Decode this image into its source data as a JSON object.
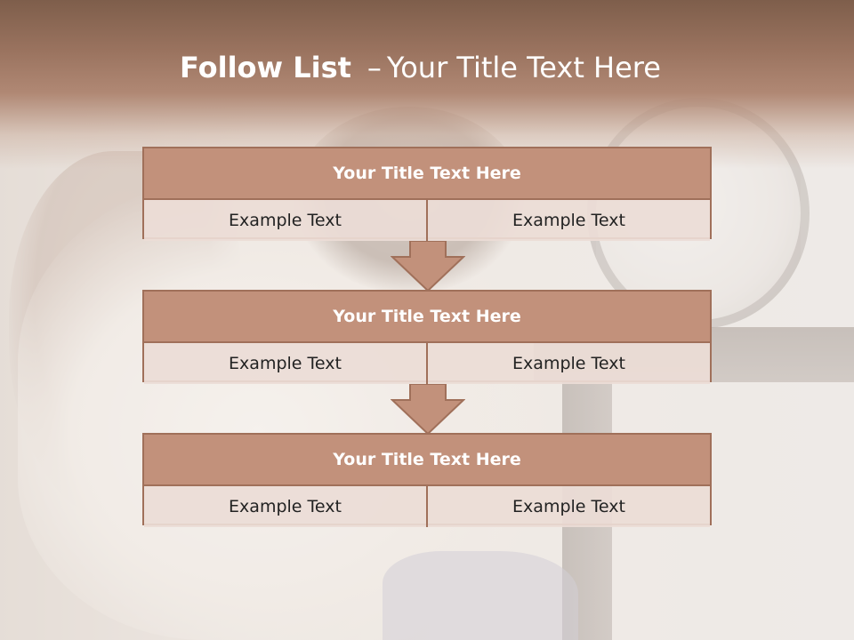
{
  "slide": {
    "title_bold": "Follow List",
    "title_dash": "–",
    "title_rest": "Your Title Text Here"
  },
  "steps": [
    {
      "title": "Your Title Text Here",
      "left": "Example Text",
      "right": "Example Text"
    },
    {
      "title": "Your Title Text Here",
      "left": "Example Text",
      "right": "Example Text"
    },
    {
      "title": "Your Title Text Here",
      "left": "Example Text",
      "right": "Example Text"
    }
  ],
  "colors": {
    "header": "#9a735f",
    "box_title": "#c2917b",
    "box_border": "#a0705a",
    "cell": "#ebdcd6"
  }
}
